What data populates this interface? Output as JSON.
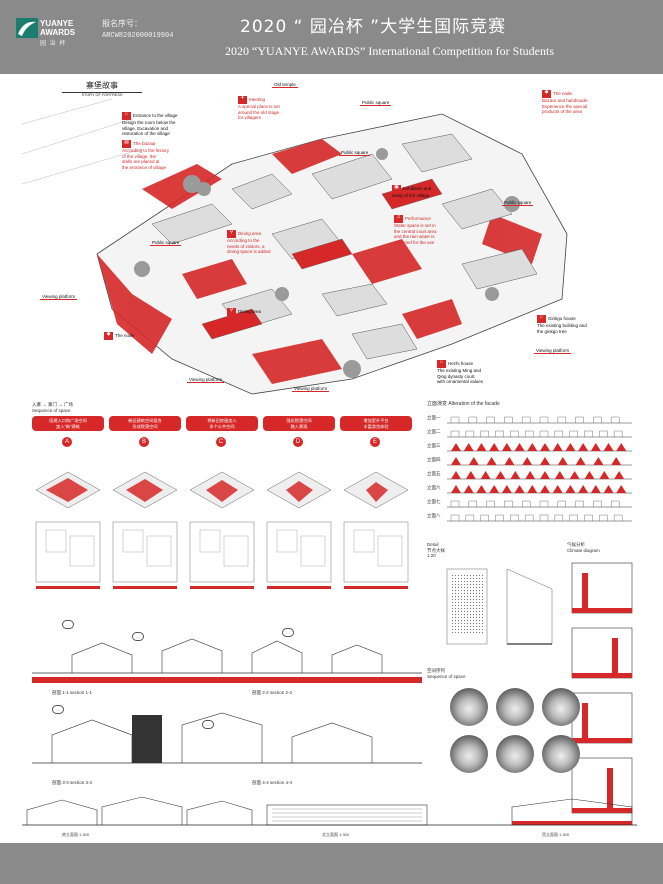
{
  "header": {
    "logo_name": "YUANYE AWARDS",
    "logo_cn": "园 冶 杯",
    "registration_label": "报名序号：",
    "registration_number": "ARCW8202000019904",
    "title_cn": "2020 “ 园冶杯 ”大学生国际竞赛",
    "title_en": "2020 “YUANYE AWARDS” International Competition for  Students"
  },
  "story": {
    "title_cn": "寨堡故事",
    "title_en": "STORY OF FORTRESS"
  },
  "site_callouts": [
    {
      "text": "Entrance to the village\nDesign the room below the\nvillage. Excavation and\nrestoration of the village"
    },
    {
      "text": "The bazaar\nAccording to the history\nof the village, the\nstalls are placed at\nthe entrance of village"
    },
    {
      "text": "Meeting\nA special place is set\naround the old stage\nfor villagers"
    },
    {
      "text": "Old temple"
    },
    {
      "text": "Public square"
    },
    {
      "text": "Public square"
    },
    {
      "text": "The node\nBazaar and handmade\nExperience the special\nproducts of the area"
    },
    {
      "text": "Public square"
    },
    {
      "text": "Exhibition and\nstudy of the village"
    },
    {
      "text": "Performance\nWater space is set in\nthe central court area\nand the rain water is\ncollected for the use"
    },
    {
      "text": "Dining area\nAccording to the\nneeds of visitors, a\ndining space is added"
    },
    {
      "text": "Dining area"
    },
    {
      "text": "Public square"
    },
    {
      "text": "Viewing platform"
    },
    {
      "text": "The node"
    },
    {
      "text": "Viewing platform"
    },
    {
      "text": "Viewing platform"
    },
    {
      "text": "Ginkgo house\nThe existing building and\nthe ginkgo tree"
    },
    {
      "text": "Viewing platform"
    },
    {
      "text": "Hezhi house\nThe existing Ming and\nQing dynasty court\nwith ornamental values"
    }
  ],
  "sequence": {
    "intro_cn": "入寨 → 寨门 → 广场",
    "intro_en": "Sequence of space",
    "steps": [
      {
        "id": "A",
        "label": "搭建入口和广场空间\n加入“新”建筑"
      },
      {
        "id": "B",
        "label": "新旧建筑空间组合\n形成院落空间"
      },
      {
        "id": "C",
        "label": "将新旧房屋加入\n多个公共空间"
      },
      {
        "id": "D",
        "label": "强化院落空间\n融入景观"
      },
      {
        "id": "E",
        "label": "增加室外平台\n丰富游览体验"
      }
    ]
  },
  "facade_study": {
    "title": "立面演变 Alteration of the facade",
    "rows": [
      "立面一",
      "立面二",
      "立面三",
      "立面四",
      "立面五",
      "立面六",
      "立面七",
      "立面八"
    ]
  },
  "section_labels": [
    {
      "text": "剖面 1-1 section 1-1"
    },
    {
      "text": "剖面 2-2 section 2-2"
    },
    {
      "text": "剖面 3-3 section 3-3"
    },
    {
      "text": "剖面 4-4 section 4-4"
    }
  ],
  "detail": {
    "title": "Detail",
    "subtitle": "节点大样",
    "scale": "1:20"
  },
  "climate": {
    "title": "气候分析",
    "subtitle": "Climate diagram"
  },
  "photo_sequence": {
    "title": "空间序列",
    "subtitle": "Sequence of space"
  },
  "elevations": [
    {
      "label": "南立面图 1:300"
    },
    {
      "label": "北立面图 1:300"
    },
    {
      "label": "西立面图 1:300"
    }
  ],
  "colors": {
    "accent": "#d62828",
    "header": "#8a8a8a",
    "logo": "#1a7d6e"
  }
}
